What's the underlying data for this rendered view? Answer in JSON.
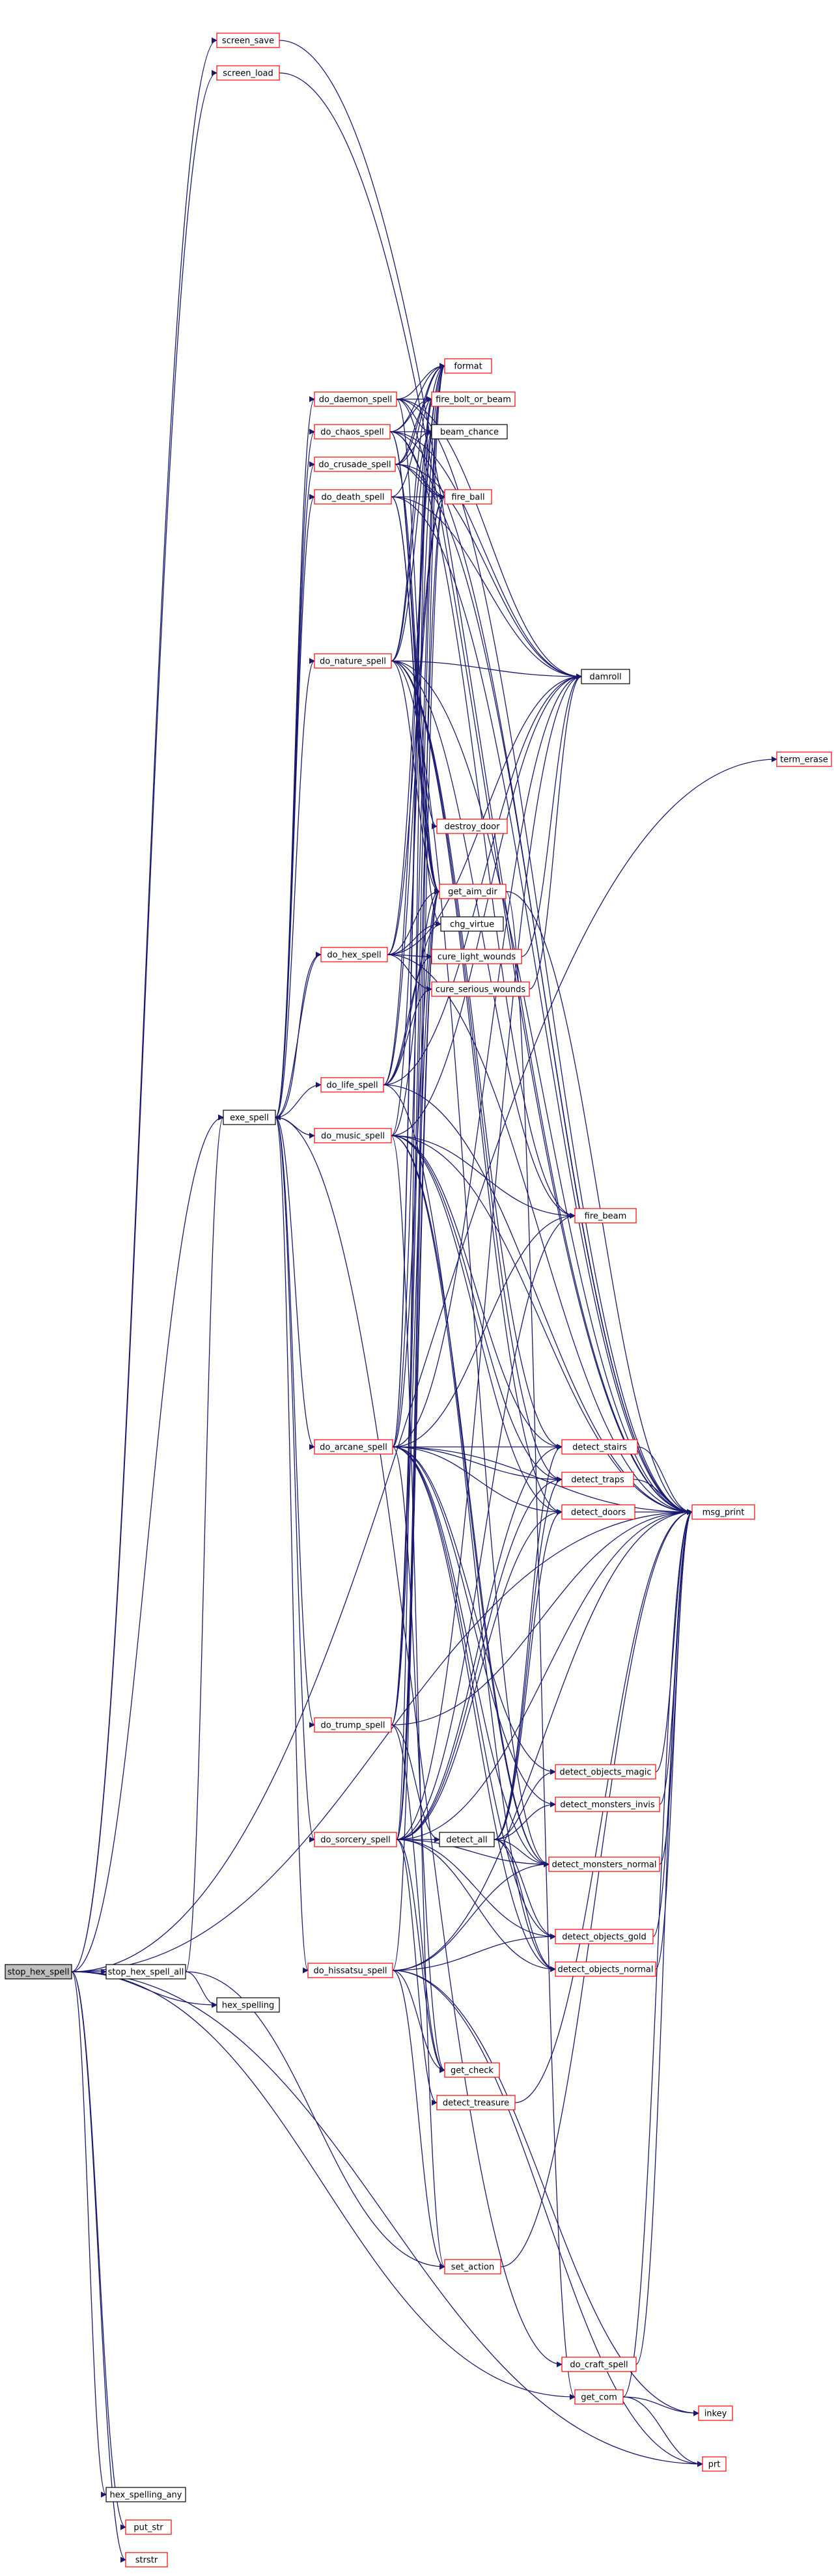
{
  "colors": {
    "edge": "#191970",
    "link_border": "#ff0000",
    "plain_border": "#000000",
    "root_fill": "#bfbfbf",
    "fill": "#ffffff"
  },
  "nodes": [
    {
      "id": "stop_hex_spell",
      "label": "stop_hex_spell",
      "style": "root"
    },
    {
      "id": "screen_save",
      "label": "screen_save",
      "style": "link"
    },
    {
      "id": "screen_load",
      "label": "screen_load",
      "style": "link"
    },
    {
      "id": "term_erase",
      "label": "term_erase",
      "style": "link"
    },
    {
      "id": "format",
      "label": "format",
      "style": "link"
    },
    {
      "id": "do_daemon_spell",
      "label": "do_daemon_spell",
      "style": "link"
    },
    {
      "id": "fire_bolt_or_beam",
      "label": "fire_bolt_or_beam",
      "style": "link"
    },
    {
      "id": "do_chaos_spell",
      "label": "do_chaos_spell",
      "style": "link"
    },
    {
      "id": "beam_chance",
      "label": "beam_chance",
      "style": "plain"
    },
    {
      "id": "do_crusade_spell",
      "label": "do_crusade_spell",
      "style": "link"
    },
    {
      "id": "do_death_spell",
      "label": "do_death_spell",
      "style": "link"
    },
    {
      "id": "fire_ball",
      "label": "fire_ball",
      "style": "link"
    },
    {
      "id": "do_nature_spell",
      "label": "do_nature_spell",
      "style": "link"
    },
    {
      "id": "damroll",
      "label": "damroll",
      "style": "plain"
    },
    {
      "id": "destroy_door",
      "label": "destroy_door",
      "style": "link"
    },
    {
      "id": "get_aim_dir",
      "label": "get_aim_dir",
      "style": "link"
    },
    {
      "id": "chg_virtue",
      "label": "chg_virtue",
      "style": "plain"
    },
    {
      "id": "do_hex_spell",
      "label": "do_hex_spell",
      "style": "link"
    },
    {
      "id": "cure_light_wounds",
      "label": "cure_light_wounds",
      "style": "link"
    },
    {
      "id": "cure_serious_wounds",
      "label": "cure_serious_wounds",
      "style": "link"
    },
    {
      "id": "exe_spell",
      "label": "exe_spell",
      "style": "plain"
    },
    {
      "id": "do_life_spell",
      "label": "do_life_spell",
      "style": "link"
    },
    {
      "id": "do_music_spell",
      "label": "do_music_spell",
      "style": "link"
    },
    {
      "id": "fire_beam",
      "label": "fire_beam",
      "style": "link"
    },
    {
      "id": "do_arcane_spell",
      "label": "do_arcane_spell",
      "style": "link"
    },
    {
      "id": "detect_stairs",
      "label": "detect_stairs",
      "style": "link"
    },
    {
      "id": "detect_traps",
      "label": "detect_traps",
      "style": "link"
    },
    {
      "id": "msg_print",
      "label": "msg_print",
      "style": "link"
    },
    {
      "id": "detect_doors",
      "label": "detect_doors",
      "style": "link"
    },
    {
      "id": "detect_objects_magic",
      "label": "detect_objects_magic",
      "style": "link"
    },
    {
      "id": "do_trump_spell",
      "label": "do_trump_spell",
      "style": "link"
    },
    {
      "id": "detect_monsters_invis",
      "label": "detect_monsters_invis",
      "style": "link"
    },
    {
      "id": "do_sorcery_spell",
      "label": "do_sorcery_spell",
      "style": "link"
    },
    {
      "id": "detect_all",
      "label": "detect_all",
      "style": "plain"
    },
    {
      "id": "detect_monsters_normal",
      "label": "detect_monsters_normal",
      "style": "link"
    },
    {
      "id": "detect_objects_gold",
      "label": "detect_objects_gold",
      "style": "link"
    },
    {
      "id": "do_hissatsu_spell",
      "label": "do_hissatsu_spell",
      "style": "link"
    },
    {
      "id": "detect_objects_normal",
      "label": "detect_objects_normal",
      "style": "link"
    },
    {
      "id": "stop_hex_spell_all",
      "label": "stop_hex_spell_all",
      "style": "plain"
    },
    {
      "id": "hex_spelling",
      "label": "hex_spelling",
      "style": "plain"
    },
    {
      "id": "get_check",
      "label": "get_check",
      "style": "link"
    },
    {
      "id": "detect_treasure",
      "label": "detect_treasure",
      "style": "link"
    },
    {
      "id": "set_action",
      "label": "set_action",
      "style": "link"
    },
    {
      "id": "do_craft_spell",
      "label": "do_craft_spell",
      "style": "link"
    },
    {
      "id": "get_com",
      "label": "get_com",
      "style": "link"
    },
    {
      "id": "inkey",
      "label": "inkey",
      "style": "link"
    },
    {
      "id": "prt",
      "label": "prt",
      "style": "link"
    },
    {
      "id": "hex_spelling_any",
      "label": "hex_spelling_any",
      "style": "plain"
    },
    {
      "id": "put_str",
      "label": "put_str",
      "style": "link"
    },
    {
      "id": "strstr",
      "label": "strstr",
      "style": "link"
    }
  ],
  "edges": [
    [
      "stop_hex_spell",
      "screen_save"
    ],
    [
      "stop_hex_spell",
      "screen_load"
    ],
    [
      "stop_hex_spell",
      "term_erase"
    ],
    [
      "stop_hex_spell",
      "msg_print"
    ],
    [
      "stop_hex_spell",
      "exe_spell"
    ],
    [
      "stop_hex_spell",
      "stop_hex_spell_all"
    ],
    [
      "stop_hex_spell",
      "hex_spelling"
    ],
    [
      "stop_hex_spell",
      "get_com"
    ],
    [
      "stop_hex_spell",
      "hex_spelling_any"
    ],
    [
      "stop_hex_spell",
      "put_str"
    ],
    [
      "stop_hex_spell",
      "strstr"
    ],
    [
      "stop_hex_spell",
      "prt"
    ],
    [
      "screen_save",
      "msg_print"
    ],
    [
      "screen_load",
      "msg_print"
    ],
    [
      "stop_hex_spell_all",
      "hex_spelling"
    ],
    [
      "stop_hex_spell_all",
      "exe_spell"
    ],
    [
      "stop_hex_spell_all",
      "set_action"
    ],
    [
      "exe_spell",
      "do_daemon_spell"
    ],
    [
      "exe_spell",
      "do_chaos_spell"
    ],
    [
      "exe_spell",
      "do_crusade_spell"
    ],
    [
      "exe_spell",
      "do_death_spell"
    ],
    [
      "exe_spell",
      "do_nature_spell"
    ],
    [
      "exe_spell",
      "do_hex_spell"
    ],
    [
      "exe_spell",
      "do_life_spell"
    ],
    [
      "exe_spell",
      "do_music_spell"
    ],
    [
      "exe_spell",
      "do_arcane_spell"
    ],
    [
      "exe_spell",
      "do_trump_spell"
    ],
    [
      "exe_spell",
      "do_sorcery_spell"
    ],
    [
      "exe_spell",
      "do_hissatsu_spell"
    ],
    [
      "exe_spell",
      "do_craft_spell"
    ],
    [
      "do_daemon_spell",
      "format"
    ],
    [
      "do_daemon_spell",
      "fire_bolt_or_beam"
    ],
    [
      "do_daemon_spell",
      "beam_chance"
    ],
    [
      "do_daemon_spell",
      "fire_ball"
    ],
    [
      "do_daemon_spell",
      "damroll"
    ],
    [
      "do_daemon_spell",
      "get_aim_dir"
    ],
    [
      "do_daemon_spell",
      "msg_print"
    ],
    [
      "do_chaos_spell",
      "format"
    ],
    [
      "do_chaos_spell",
      "fire_bolt_or_beam"
    ],
    [
      "do_chaos_spell",
      "beam_chance"
    ],
    [
      "do_chaos_spell",
      "fire_ball"
    ],
    [
      "do_chaos_spell",
      "damroll"
    ],
    [
      "do_chaos_spell",
      "destroy_door"
    ],
    [
      "do_chaos_spell",
      "get_aim_dir"
    ],
    [
      "do_chaos_spell",
      "fire_beam"
    ],
    [
      "do_chaos_spell",
      "msg_print"
    ],
    [
      "do_crusade_spell",
      "format"
    ],
    [
      "do_crusade_spell",
      "fire_bolt_or_beam"
    ],
    [
      "do_crusade_spell",
      "beam_chance"
    ],
    [
      "do_crusade_spell",
      "fire_ball"
    ],
    [
      "do_crusade_spell",
      "damroll"
    ],
    [
      "do_crusade_spell",
      "get_aim_dir"
    ],
    [
      "do_crusade_spell",
      "msg_print"
    ],
    [
      "do_death_spell",
      "format"
    ],
    [
      "do_death_spell",
      "fire_ball"
    ],
    [
      "do_death_spell",
      "damroll"
    ],
    [
      "do_death_spell",
      "get_aim_dir"
    ],
    [
      "do_death_spell",
      "chg_virtue"
    ],
    [
      "do_death_spell",
      "msg_print"
    ],
    [
      "do_nature_spell",
      "format"
    ],
    [
      "do_nature_spell",
      "damroll"
    ],
    [
      "do_nature_spell",
      "fire_bolt_or_beam"
    ],
    [
      "do_nature_spell",
      "beam_chance"
    ],
    [
      "do_nature_spell",
      "get_aim_dir"
    ],
    [
      "do_nature_spell",
      "fire_beam"
    ],
    [
      "do_nature_spell",
      "detect_stairs"
    ],
    [
      "do_nature_spell",
      "detect_traps"
    ],
    [
      "do_nature_spell",
      "detect_doors"
    ],
    [
      "do_nature_spell",
      "detect_monsters_normal"
    ],
    [
      "do_nature_spell",
      "msg_print"
    ],
    [
      "do_hex_spell",
      "format"
    ],
    [
      "do_hex_spell",
      "get_aim_dir"
    ],
    [
      "do_hex_spell",
      "chg_virtue"
    ],
    [
      "do_hex_spell",
      "cure_light_wounds"
    ],
    [
      "do_hex_spell",
      "cure_serious_wounds"
    ],
    [
      "do_hex_spell",
      "fire_ball"
    ],
    [
      "do_hex_spell",
      "damroll"
    ],
    [
      "do_hex_spell",
      "msg_print"
    ],
    [
      "do_hex_spell",
      "exe_spell"
    ],
    [
      "do_life_spell",
      "format"
    ],
    [
      "do_life_spell",
      "cure_light_wounds"
    ],
    [
      "do_life_spell",
      "cure_serious_wounds"
    ],
    [
      "do_life_spell",
      "damroll"
    ],
    [
      "do_life_spell",
      "detect_monsters_normal"
    ],
    [
      "do_life_spell",
      "fire_ball"
    ],
    [
      "do_life_spell",
      "chg_virtue"
    ],
    [
      "do_life_spell",
      "msg_print"
    ],
    [
      "do_music_spell",
      "format"
    ],
    [
      "do_music_spell",
      "damroll"
    ],
    [
      "do_music_spell",
      "fire_beam"
    ],
    [
      "do_music_spell",
      "get_aim_dir"
    ],
    [
      "do_music_spell",
      "detect_stairs"
    ],
    [
      "do_music_spell",
      "detect_traps"
    ],
    [
      "do_music_spell",
      "detect_doors"
    ],
    [
      "do_music_spell",
      "detect_monsters_normal"
    ],
    [
      "do_music_spell",
      "detect_objects_normal"
    ],
    [
      "do_music_spell",
      "msg_print"
    ],
    [
      "do_music_spell",
      "set_action"
    ],
    [
      "do_arcane_spell",
      "format"
    ],
    [
      "do_arcane_spell",
      "fire_bolt_or_beam"
    ],
    [
      "do_arcane_spell",
      "beam_chance"
    ],
    [
      "do_arcane_spell",
      "fire_beam"
    ],
    [
      "do_arcane_spell",
      "damroll"
    ],
    [
      "do_arcane_spell",
      "get_aim_dir"
    ],
    [
      "do_arcane_spell",
      "detect_stairs"
    ],
    [
      "do_arcane_spell",
      "detect_traps"
    ],
    [
      "do_arcane_spell",
      "detect_doors"
    ],
    [
      "do_arcane_spell",
      "detect_monsters_invis"
    ],
    [
      "do_arcane_spell",
      "detect_monsters_normal"
    ],
    [
      "do_arcane_spell",
      "detect_objects_magic"
    ],
    [
      "do_arcane_spell",
      "detect_objects_gold"
    ],
    [
      "do_arcane_spell",
      "detect_objects_normal"
    ],
    [
      "do_arcane_spell",
      "get_check"
    ],
    [
      "do_arcane_spell",
      "msg_print"
    ],
    [
      "do_trump_spell",
      "format"
    ],
    [
      "do_trump_spell",
      "get_aim_dir"
    ],
    [
      "do_trump_spell",
      "detect_all"
    ],
    [
      "do_trump_spell",
      "get_check"
    ],
    [
      "do_trump_spell",
      "msg_print"
    ],
    [
      "do_trump_spell",
      "fire_ball"
    ],
    [
      "do_sorcery_spell",
      "format"
    ],
    [
      "do_sorcery_spell",
      "damroll"
    ],
    [
      "do_sorcery_spell",
      "fire_bolt_or_beam"
    ],
    [
      "do_sorcery_spell",
      "fire_ball"
    ],
    [
      "do_sorcery_spell",
      "get_aim_dir"
    ],
    [
      "do_sorcery_spell",
      "detect_all"
    ],
    [
      "do_sorcery_spell",
      "detect_monsters_normal"
    ],
    [
      "do_sorcery_spell",
      "detect_traps"
    ],
    [
      "do_sorcery_spell",
      "detect_doors"
    ],
    [
      "do_sorcery_spell",
      "detect_stairs"
    ],
    [
      "do_sorcery_spell",
      "detect_objects_normal"
    ],
    [
      "do_sorcery_spell",
      "detect_objects_gold"
    ],
    [
      "do_sorcery_spell",
      "detect_treasure"
    ],
    [
      "do_sorcery_spell",
      "get_check"
    ],
    [
      "do_sorcery_spell",
      "msg_print"
    ],
    [
      "do_sorcery_spell",
      "fire_beam"
    ],
    [
      "do_hissatsu_spell",
      "get_aim_dir"
    ],
    [
      "do_hissatsu_spell",
      "get_check"
    ],
    [
      "do_hissatsu_spell",
      "detect_objects_gold"
    ],
    [
      "do_hissatsu_spell",
      "detect_monsters_normal"
    ],
    [
      "do_hissatsu_spell",
      "msg_print"
    ],
    [
      "do_hissatsu_spell",
      "set_action"
    ],
    [
      "do_hissatsu_spell",
      "inkey"
    ],
    [
      "do_hissatsu_spell",
      "prt"
    ],
    [
      "detect_all",
      "detect_traps"
    ],
    [
      "detect_all",
      "detect_doors"
    ],
    [
      "detect_all",
      "detect_stairs"
    ],
    [
      "detect_all",
      "detect_monsters_invis"
    ],
    [
      "detect_all",
      "detect_monsters_normal"
    ],
    [
      "detect_all",
      "detect_objects_gold"
    ],
    [
      "detect_all",
      "detect_objects_normal"
    ],
    [
      "detect_all",
      "detect_objects_magic"
    ],
    [
      "detect_traps",
      "msg_print"
    ],
    [
      "detect_doors",
      "msg_print"
    ],
    [
      "detect_stairs",
      "msg_print"
    ],
    [
      "detect_objects_magic",
      "msg_print"
    ],
    [
      "detect_monsters_invis",
      "msg_print"
    ],
    [
      "detect_monsters_normal",
      "msg_print"
    ],
    [
      "detect_objects_gold",
      "msg_print"
    ],
    [
      "detect_objects_normal",
      "msg_print"
    ],
    [
      "detect_treasure",
      "msg_print"
    ],
    [
      "cure_light_wounds",
      "damroll"
    ],
    [
      "cure_serious_wounds",
      "damroll"
    ],
    [
      "get_aim_dir",
      "msg_print"
    ],
    [
      "get_aim_dir",
      "get_com"
    ],
    [
      "set_action",
      "msg_print"
    ],
    [
      "do_craft_spell",
      "msg_print"
    ],
    [
      "get_com",
      "inkey"
    ],
    [
      "get_com",
      "prt"
    ],
    [
      "get_com",
      "msg_print"
    ]
  ]
}
